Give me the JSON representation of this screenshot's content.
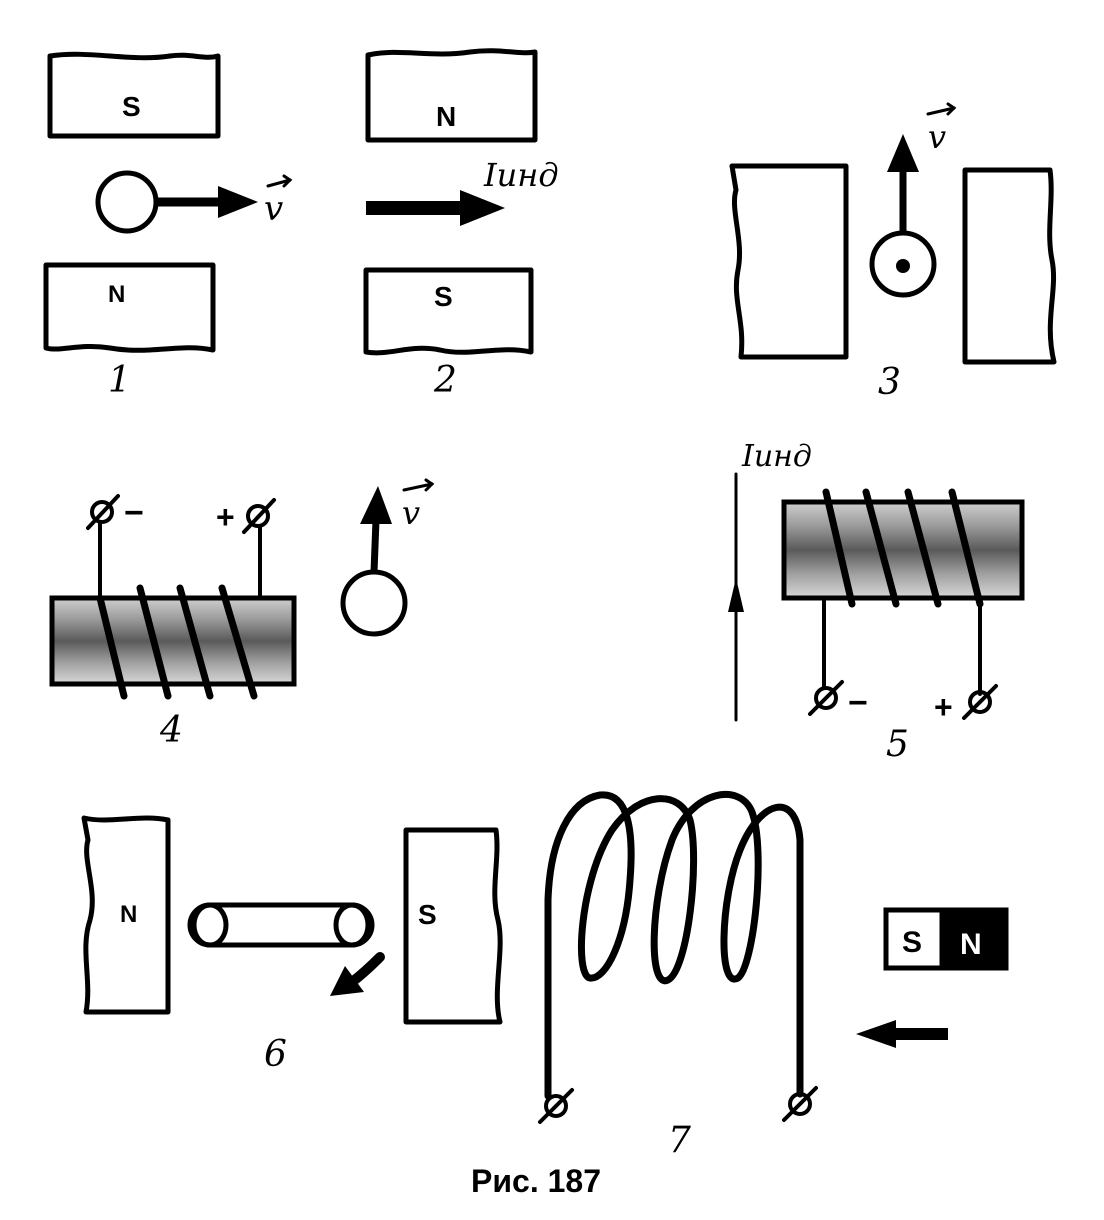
{
  "caption": "Рис. 187",
  "poles": {
    "north": "N",
    "south": "S"
  },
  "symbols": {
    "velocity": "v",
    "induced_current": "Iинд",
    "minus": "−",
    "plus": "+"
  },
  "panels": [
    {
      "number": "1"
    },
    {
      "number": "2"
    },
    {
      "number": "3"
    },
    {
      "number": "4"
    },
    {
      "number": "5"
    },
    {
      "number": "6"
    },
    {
      "number": "7"
    }
  ]
}
